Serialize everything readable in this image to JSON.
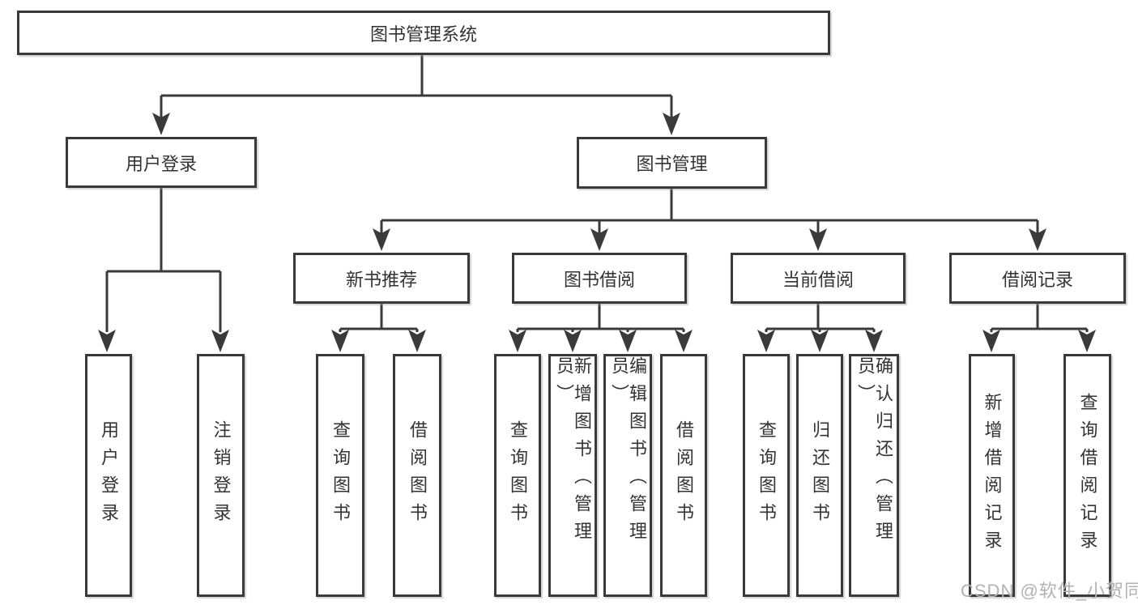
{
  "tree": {
    "root": {
      "label": "图书管理系统"
    },
    "children": [
      {
        "label": "用户登录",
        "children": [
          {
            "label": "用户登录"
          },
          {
            "label": "注销登录"
          }
        ]
      },
      {
        "label": "图书管理",
        "children": [
          {
            "label": "新书推荐",
            "children": [
              {
                "label": "查询图书"
              },
              {
                "label": "借阅图书"
              }
            ]
          },
          {
            "label": "图书借阅",
            "children": [
              {
                "label": "查询图书"
              },
              {
                "label": "新增图书（管理员）"
              },
              {
                "label": "编辑图书（管理员）"
              },
              {
                "label": "借阅图书"
              }
            ]
          },
          {
            "label": "当前借阅",
            "children": [
              {
                "label": "查询图书"
              },
              {
                "label": "归还图书"
              },
              {
                "label": "确认归还（管理员）"
              }
            ]
          },
          {
            "label": "借阅记录",
            "children": [
              {
                "label": "新增借阅记录"
              },
              {
                "label": "查询借阅记录"
              }
            ]
          }
        ]
      }
    ]
  },
  "watermark": "CSDN @软件_小贺同学",
  "colors": {
    "line": "#3a3a3a",
    "text": "#333333",
    "watermark": "#b2b2b2"
  }
}
